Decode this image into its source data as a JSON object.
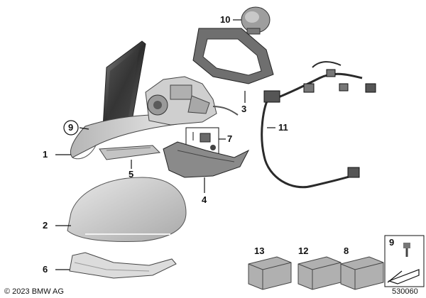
{
  "callouts": {
    "c1": "1",
    "c2": "2",
    "c3": "3",
    "c4": "4",
    "c5": "5",
    "c6": "6",
    "c7": "7",
    "c8": "8",
    "c9": "9",
    "c10": "10",
    "c11": "11",
    "c12": "12",
    "c13": "13",
    "c9b": "9"
  },
  "footer": {
    "copyright": "© 2023 BMW AG",
    "diagram_id": "530060"
  },
  "colors": {
    "part_light": "#d9d9d9",
    "part_mid": "#bdbdbd",
    "part_dark": "#5a5a5a",
    "line": "#111111"
  }
}
